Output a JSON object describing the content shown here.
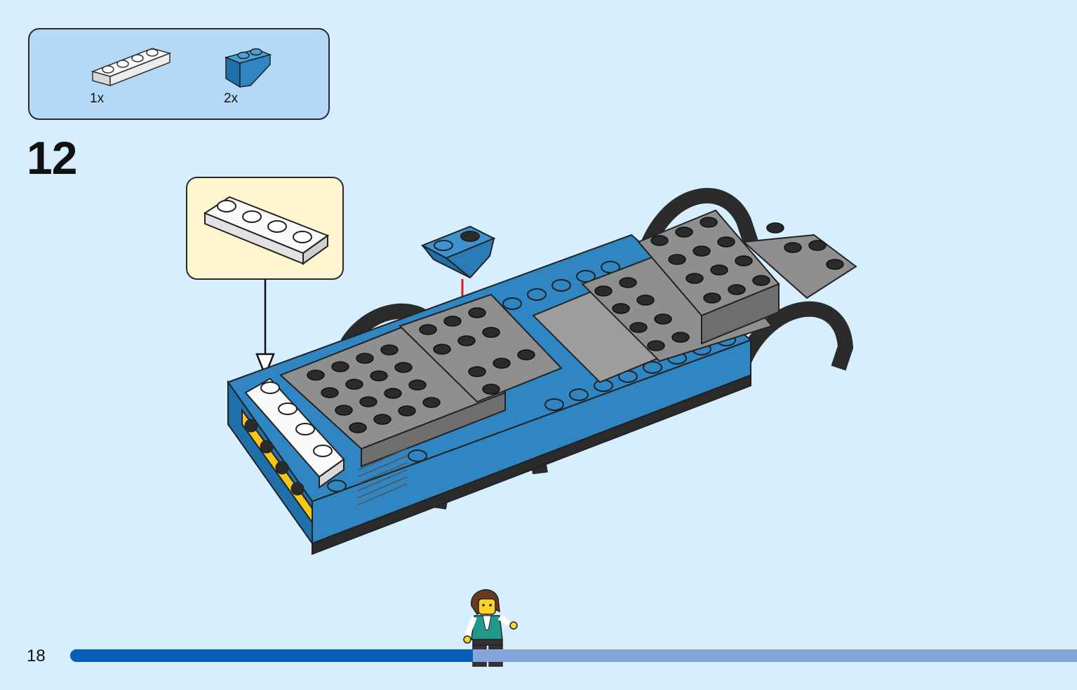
{
  "parts_list": {
    "items": [
      {
        "name": "white-plate-1x4",
        "color": "#ffffff",
        "count": "1x"
      },
      {
        "name": "blue-inverted-slope",
        "color": "#2f86c2",
        "count": "2x"
      }
    ]
  },
  "step": {
    "number": "12"
  },
  "page": {
    "number": "18"
  },
  "progress": {
    "fraction": 0.4
  },
  "colors": {
    "background": "#d6eefd",
    "parts_panel": "#b4d9f6",
    "callout_panel": "#fff6d0",
    "brick_gray": "#8f8f8f",
    "brick_blue": "#2f86c2",
    "brick_black": "#2b2b2b",
    "brick_yellow": "#f7c51e",
    "arrow_red": "#d6202a",
    "progress_fill": "#0a5fb4",
    "progress_track": "#86a6da"
  }
}
